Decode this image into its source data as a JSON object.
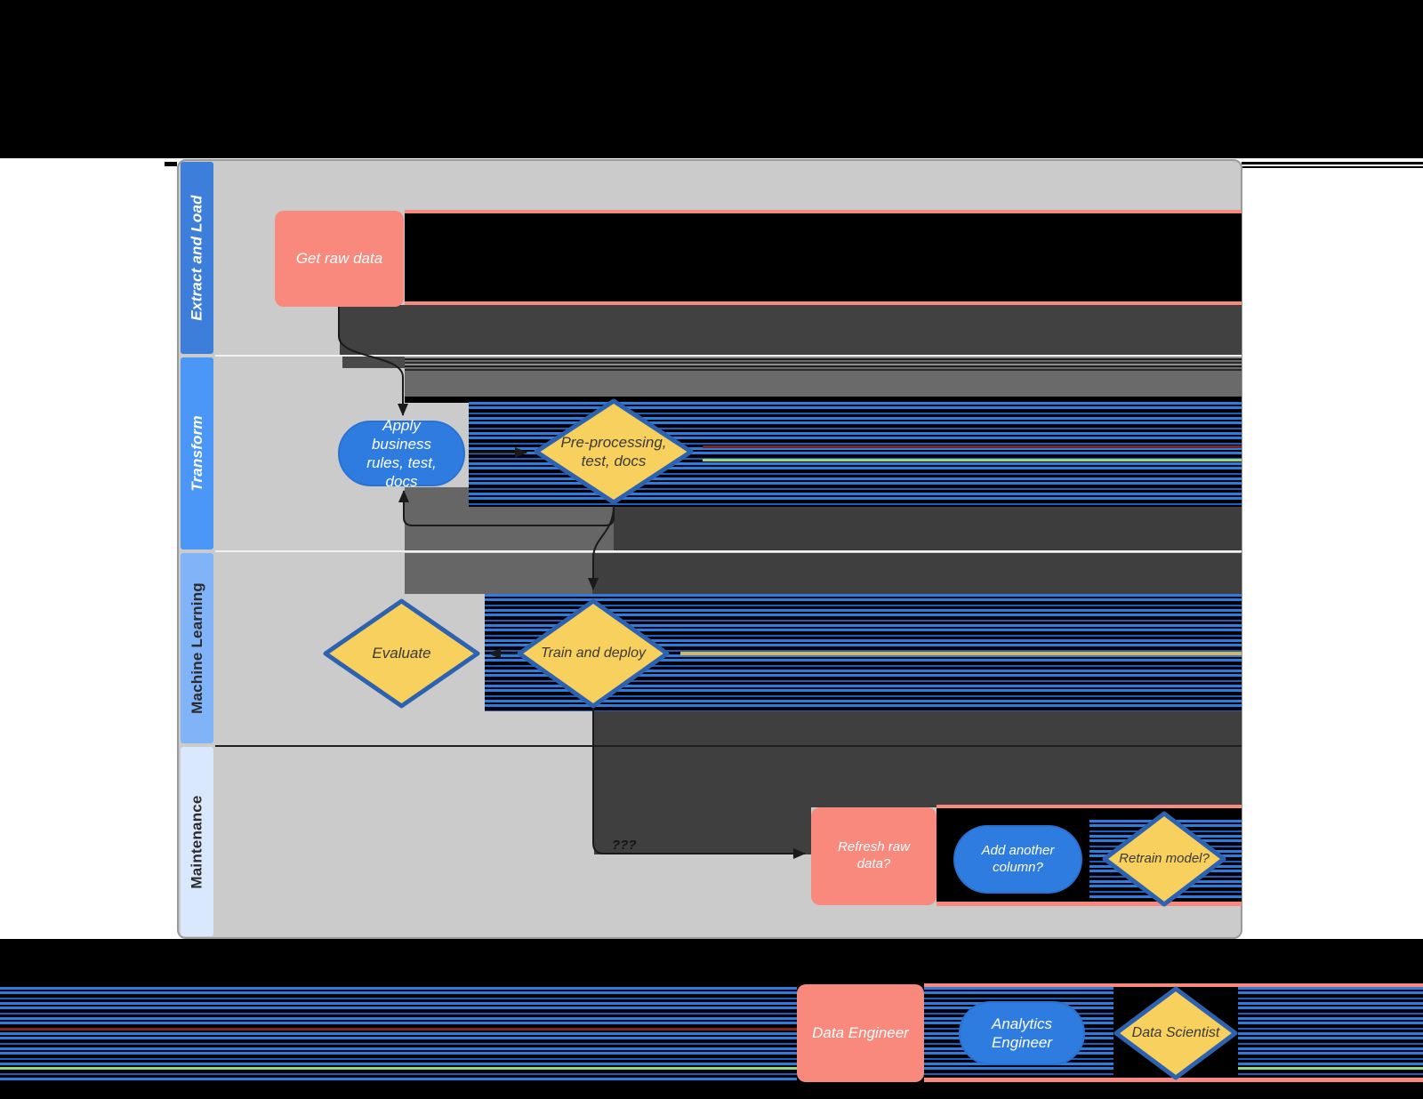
{
  "diagram": {
    "lanes": [
      {
        "label": "Extract and Load"
      },
      {
        "label": "Transform"
      },
      {
        "label": "Machine Learning"
      },
      {
        "label": "Maintenance"
      }
    ],
    "nodes": {
      "get_raw_data": {
        "label": "Get raw data",
        "shape": "rectangle"
      },
      "apply_business_rules": {
        "label": "Apply business rules, test, docs",
        "shape": "stadium"
      },
      "pre_processing": {
        "label": "Pre-processing, test, docs",
        "shape": "diamond"
      },
      "evaluate": {
        "label": "Evaluate",
        "shape": "diamond"
      },
      "train_and_deploy": {
        "label": "Train and deploy",
        "shape": "diamond"
      },
      "refresh_raw_data": {
        "label": "Refresh raw data?",
        "shape": "rectangle"
      },
      "add_another_column": {
        "label": "Add another column?",
        "shape": "stadium"
      },
      "retrain_model": {
        "label": "Retrain model?",
        "shape": "diamond"
      }
    },
    "edge_label": "???",
    "legend": {
      "data_engineer": {
        "label": "Data Engineer",
        "shape": "rectangle"
      },
      "analytics_engineer": {
        "label": "Analytics Engineer",
        "shape": "stadium"
      },
      "data_scientist": {
        "label": "Data Scientist",
        "shape": "diamond"
      }
    },
    "colors": {
      "process_pink": "#f9897d",
      "process_blue": "#2e7ce0",
      "decision_yellow_fill": "#f8d05e",
      "decision_border": "#2d62b0",
      "lane_extract": "#3d7edb",
      "lane_transform": "#4b97f8",
      "lane_ml": "#80b3f8",
      "lane_maintenance": "#d9e8fc",
      "canvas_gray": "#cbcbcb",
      "glitch_dark": "#3f3f3f",
      "glitch_black": "#000000"
    }
  }
}
